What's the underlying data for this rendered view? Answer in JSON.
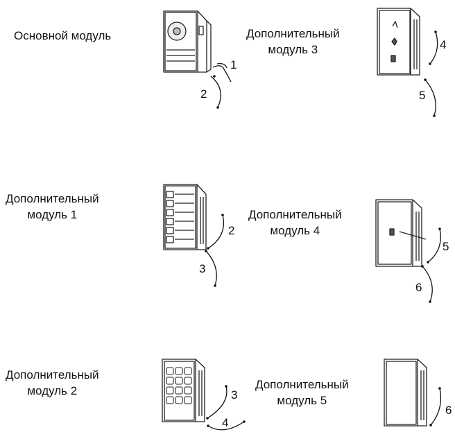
{
  "modules": {
    "main": {
      "label": "Основной модуль"
    },
    "ext1": {
      "line1": "Дополнительный",
      "line2": "модуль 1"
    },
    "ext2": {
      "line1": "Дополнительный",
      "line2": "модуль 2"
    },
    "ext3": {
      "line1": "Дополнительный",
      "line2": "модуль 3"
    },
    "ext4": {
      "line1": "Дополнительный",
      "line2": "модуль 4"
    },
    "ext5": {
      "line1": "Дополнительный",
      "line2": "модуль 5"
    }
  },
  "cables": {
    "main": [
      "1",
      "2"
    ],
    "ext3": [
      "4",
      "5"
    ],
    "ext1": [
      "2",
      "3"
    ],
    "ext4": [
      "5",
      "6"
    ],
    "ext2": [
      "3",
      "4"
    ],
    "ext5": [
      "6"
    ]
  }
}
